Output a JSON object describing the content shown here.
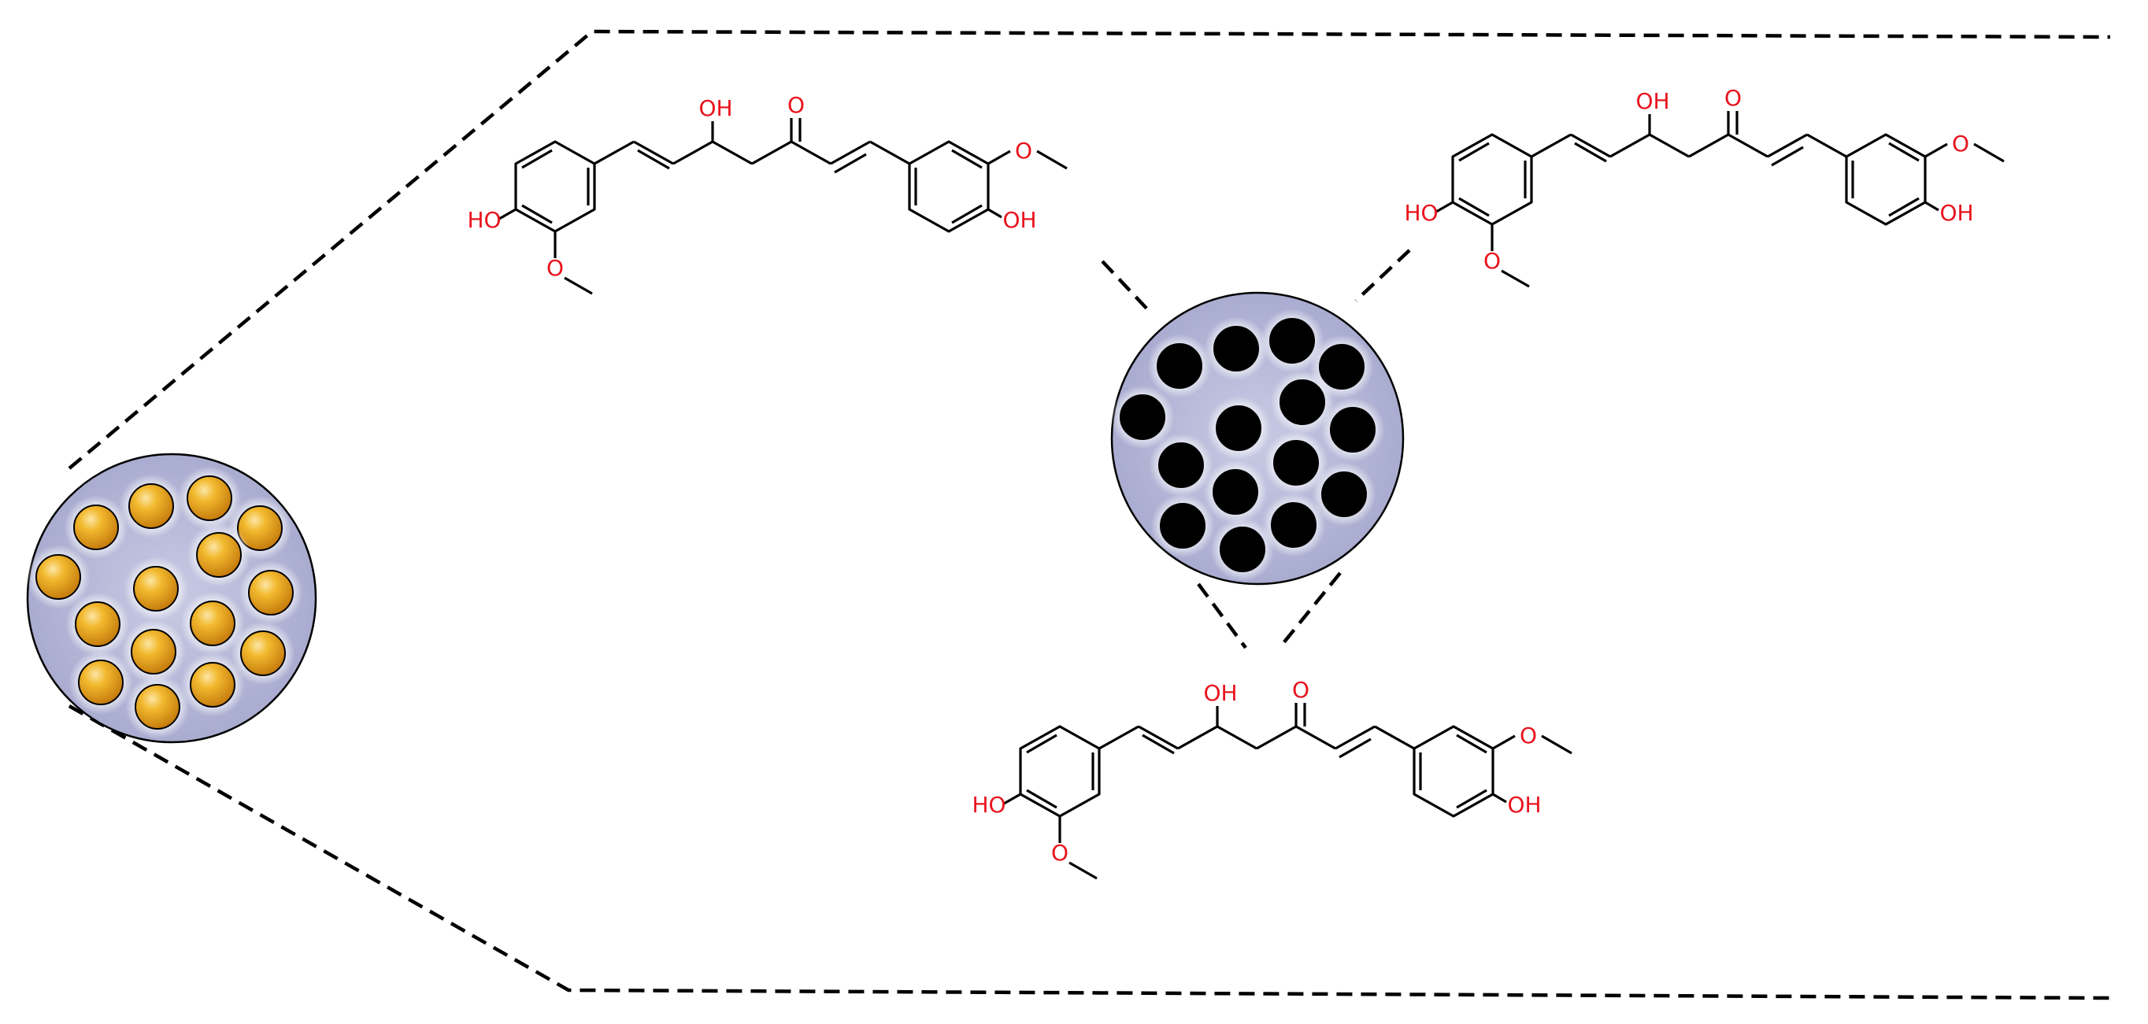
{
  "colors": {
    "background": "#ffffff",
    "bond": "#000000",
    "heteroatom_label": "#e8141e",
    "particle_fill": "#b9bcd8",
    "particle_glow": "#ffffff",
    "nanoparticle_core": "#e9a81f",
    "curcumin_core": "#000000",
    "connector_line": "#000000"
  },
  "icons": {
    "large_particle": "nanoparticle-cluster-icon",
    "zoom_particle": "curcumin-loaded-nanoparticle-icon",
    "molecule": "curcumin-structure-icon"
  },
  "molecule_labels": {
    "hydroxyl": "OH",
    "hydroxyl_left": "HO",
    "carbonyl": "O"
  }
}
